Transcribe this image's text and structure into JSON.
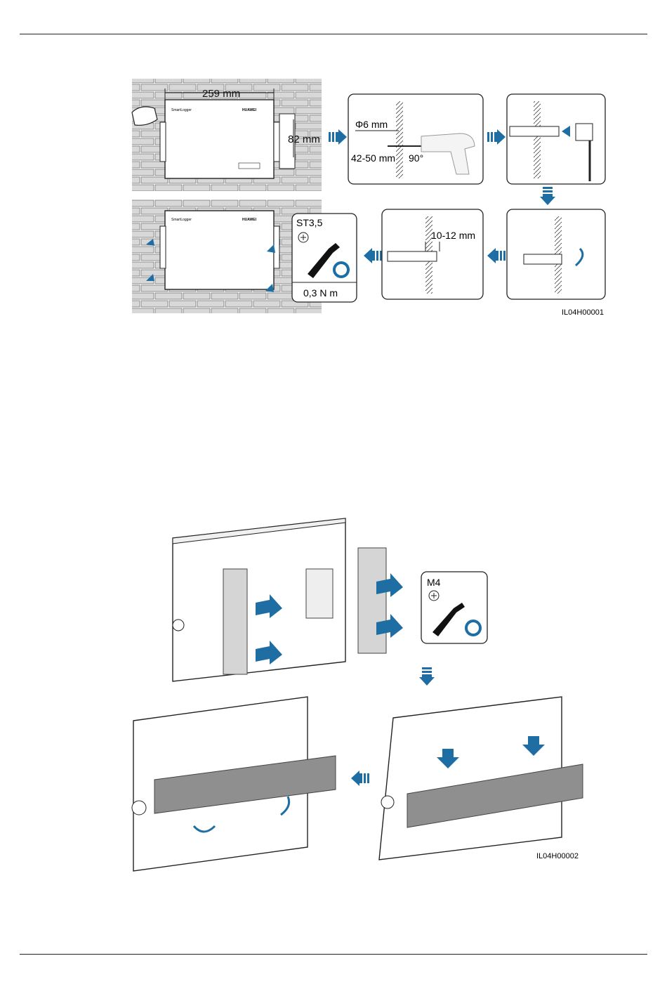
{
  "figure1": {
    "dim_width": "259 mm",
    "dim_height": "82 mm",
    "drill_diameter": "Φ6 mm",
    "drill_depth": "42-50 mm",
    "drill_angle": "90°",
    "anchor_gap": "10-12 mm",
    "screw_type": "ST3,5",
    "torque": "0,3 N m",
    "figure_code": "IL04H00001"
  },
  "figure2": {
    "screw_type": "M4",
    "figure_code": "IL04H00002"
  },
  "colors": {
    "arrow": "#1f6ea3",
    "rail": "#8f8f8f",
    "brick": "#cfcfcf"
  }
}
